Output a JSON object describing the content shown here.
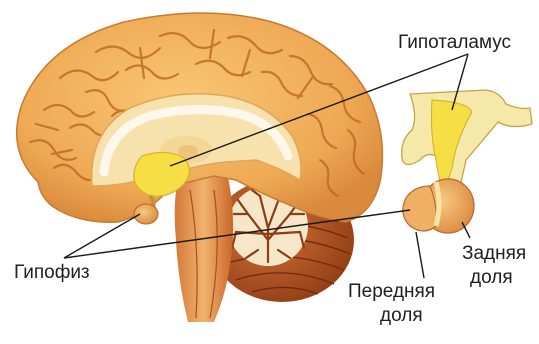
{
  "labels": {
    "hypothalamus": "Гипоталамус",
    "pituitary": "Гипофиз",
    "anterior_lobe_line1": "Передняя",
    "anterior_lobe_line2": "доля",
    "posterior_lobe_line1": "Задняя",
    "posterior_lobe_line2": "доля"
  },
  "colors": {
    "cortex": "#f2b25a",
    "cortex_shadow": "#d8893a",
    "gyri_lines": "#c06c24",
    "deep_tissue": "#f6dc9e",
    "hypothalamus": "#f5df45",
    "brainstem": "#c9652a",
    "cerebellum": "#b24f1c",
    "pituitary": "#eea552",
    "leader_lines": "#1a1a1a"
  }
}
